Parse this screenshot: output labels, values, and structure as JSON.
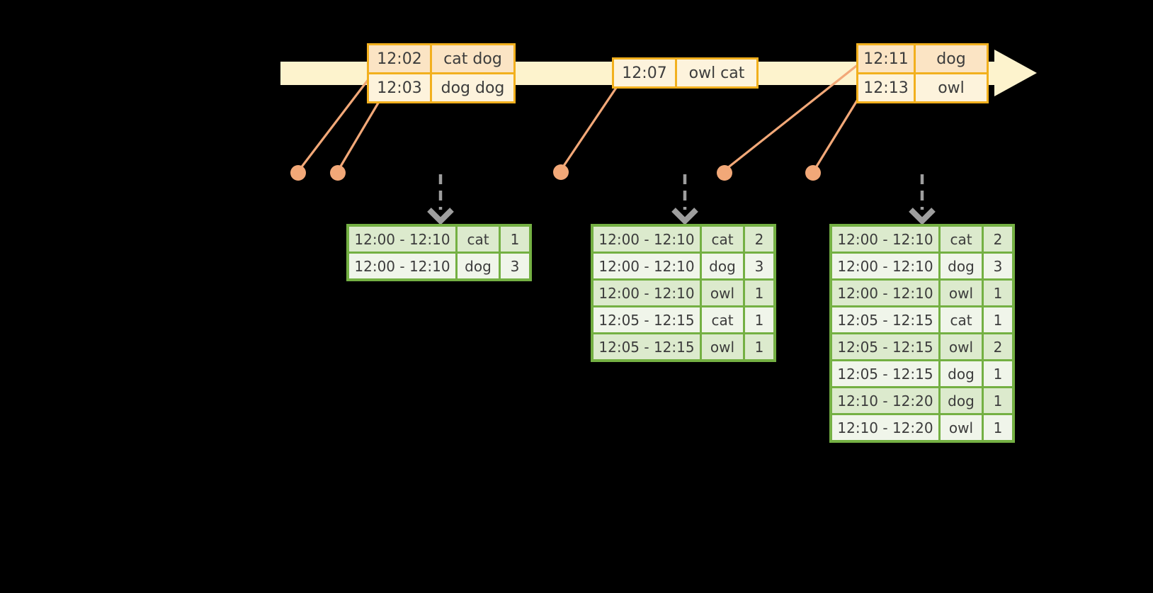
{
  "colors": {
    "background": "#000000",
    "band": "#fdf3cd",
    "amber": "#f2b01e",
    "event_row_dark": "#fbe4c4",
    "event_row_light": "#fdf3dc",
    "connector": "#f2a878",
    "arrow_gray": "#9e9e9e",
    "green": "#74b043",
    "table_row_dark": "#dceacd",
    "table_row_light": "#f0f5ea",
    "text": "#3c3c3c"
  },
  "event_boxes": [
    {
      "rows": [
        {
          "cells": [
            "12:02",
            "cat dog"
          ],
          "shade": "dark"
        },
        {
          "cells": [
            "12:03",
            "dog dog"
          ],
          "shade": "light"
        }
      ]
    },
    {
      "rows": [
        {
          "cells": [
            "12:07",
            "owl cat"
          ],
          "shade": "light"
        }
      ]
    },
    {
      "rows": [
        {
          "cells": [
            "12:11",
            "dog"
          ],
          "shade": "dark"
        },
        {
          "cells": [
            "12:13",
            "owl"
          ],
          "shade": "light"
        }
      ]
    }
  ],
  "result_tables": [
    {
      "rows": [
        {
          "cells": [
            "12:00 - 12:10",
            "cat",
            "1"
          ],
          "shade": "dark"
        },
        {
          "cells": [
            "12:00 - 12:10",
            "dog",
            "3"
          ],
          "shade": "light"
        }
      ]
    },
    {
      "rows": [
        {
          "cells": [
            "12:00 - 12:10",
            "cat",
            "2"
          ],
          "shade": "dark"
        },
        {
          "cells": [
            "12:00 - 12:10",
            "dog",
            "3"
          ],
          "shade": "light"
        },
        {
          "cells": [
            "12:00 - 12:10",
            "owl",
            "1"
          ],
          "shade": "dark"
        },
        {
          "cells": [
            "12:05 - 12:15",
            "cat",
            "1"
          ],
          "shade": "light"
        },
        {
          "cells": [
            "12:05 - 12:15",
            "owl",
            "1"
          ],
          "shade": "dark"
        }
      ]
    },
    {
      "rows": [
        {
          "cells": [
            "12:00 - 12:10",
            "cat",
            "2"
          ],
          "shade": "dark"
        },
        {
          "cells": [
            "12:00 - 12:10",
            "dog",
            "3"
          ],
          "shade": "light"
        },
        {
          "cells": [
            "12:00 - 12:10",
            "owl",
            "1"
          ],
          "shade": "dark"
        },
        {
          "cells": [
            "12:05 - 12:15",
            "cat",
            "1"
          ],
          "shade": "light"
        },
        {
          "cells": [
            "12:05 - 12:15",
            "owl",
            "2"
          ],
          "shade": "dark"
        },
        {
          "cells": [
            "12:05 - 12:15",
            "dog",
            "1"
          ],
          "shade": "light"
        },
        {
          "cells": [
            "12:10 - 12:20",
            "dog",
            "1"
          ],
          "shade": "dark"
        },
        {
          "cells": [
            "12:10 - 12:20",
            "owl",
            "1"
          ],
          "shade": "light"
        }
      ]
    }
  ]
}
